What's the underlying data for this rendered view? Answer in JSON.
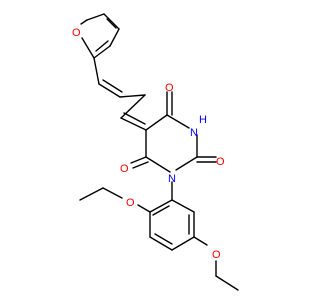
{
  "diagram": {
    "type": "chemical-structure",
    "atom_labels": [
      {
        "id": "O_furan",
        "text": "O"
      },
      {
        "id": "O_c4",
        "text": "O"
      },
      {
        "id": "NH",
        "text": "H"
      },
      {
        "id": "NH_N",
        "text": "N"
      },
      {
        "id": "O_c2",
        "text": "O"
      },
      {
        "id": "O_c6",
        "text": "O"
      },
      {
        "id": "N1",
        "text": "N"
      },
      {
        "id": "O_eth1",
        "text": "O"
      },
      {
        "id": "O_eth2",
        "text": "O"
      }
    ]
  },
  "colors": {
    "bond": "#000000",
    "oxygen": "#ff0000",
    "nitrogen": "#0000ff"
  }
}
